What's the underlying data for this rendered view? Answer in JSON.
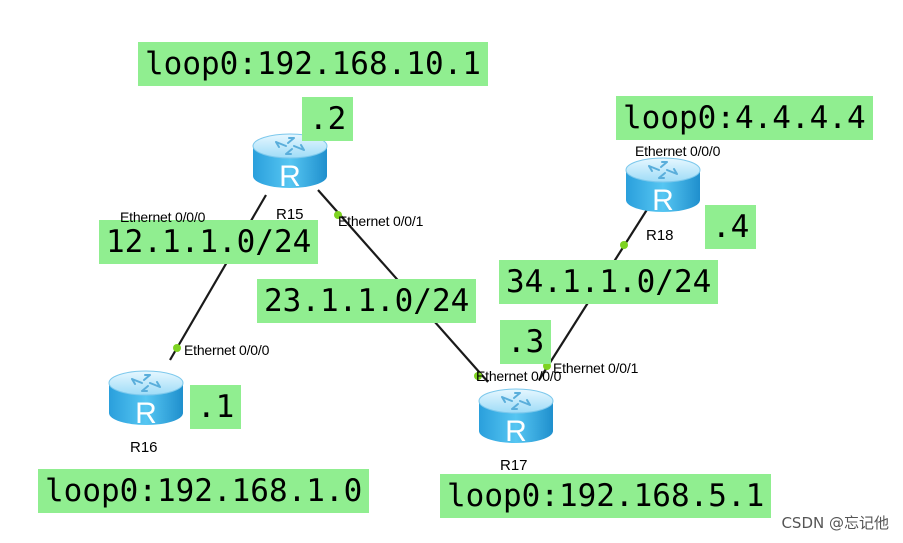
{
  "routers": [
    {
      "id": "r15",
      "name": "R15",
      "loopback": "loop0:192.168.10.1",
      "host_suffix": ".2"
    },
    {
      "id": "r16",
      "name": "R16",
      "loopback": "loop0:192.168.1.0",
      "host_suffix": ".1"
    },
    {
      "id": "r17",
      "name": "R17",
      "loopback": "loop0:192.168.5.1",
      "host_suffix": ".3"
    },
    {
      "id": "r18",
      "name": "R18",
      "loopback": "loop0:4.4.4.4",
      "host_suffix": ".4"
    }
  ],
  "router_icon_letter": "R",
  "links": [
    {
      "id": "r15-r16",
      "subnet": "12.1.1.0/24",
      "a_port": "Ethernet 0/0/0",
      "b_port": "Ethernet 0/0/0"
    },
    {
      "id": "r15-r17",
      "subnet": "23.1.1.0/24",
      "a_port": "Ethernet 0/0/1",
      "b_port": "Ethernet 0/0/0"
    },
    {
      "id": "r17-r18",
      "subnet": "34.1.1.0/24",
      "a_port": "Ethernet 0/0/1",
      "b_port": "Ethernet 0/0/0"
    }
  ],
  "colors": {
    "label_bg": "#90ee90",
    "router_top": "#bfeaff",
    "router_body": "#3fb5e8",
    "router_dark": "#1e8fc8",
    "link": "#1a1a1a",
    "port_dot": "#7ed321"
  },
  "watermark": "CSDN @忘记他"
}
